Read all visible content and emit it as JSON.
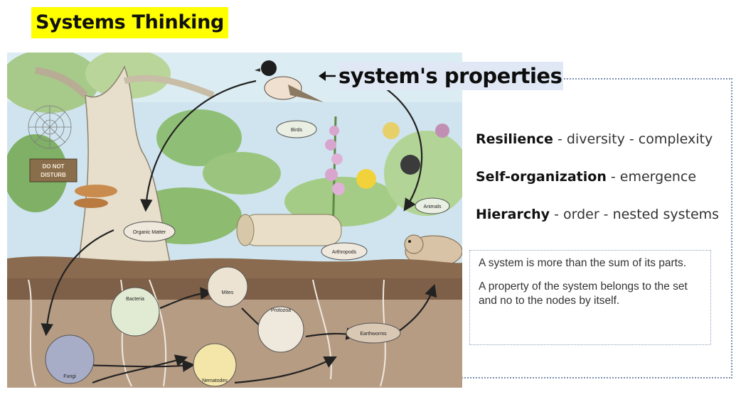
{
  "title": "Systems Thinking",
  "properties_label": "system's properties",
  "properties": [
    {
      "term": "Resilience",
      "rest": " - diversity - complexity"
    },
    {
      "term": "Self-organization",
      "rest": " - emergence"
    },
    {
      "term": "Hierarchy",
      "rest": " - order - nested systems"
    }
  ],
  "notes": [
    "A system is more than the sum of its parts.",
    "A property of the system belongs to the set and no to the nodes by itself."
  ],
  "illustration": {
    "sign_line1": "DO NOT",
    "sign_line2": "DISTURB",
    "labels": {
      "birds": "Birds",
      "organic_matter": "Organic Matter",
      "animals": "Animals",
      "arthropods": "Arthropods",
      "bacteria": "Bacteria",
      "mites": "Mites",
      "protozoa": "Protozoa",
      "earthworms": "Earthworms",
      "fungi": "Fungi",
      "nematodes": "Nematodes"
    }
  },
  "colors": {
    "title_highlight": "#ffff00",
    "label_highlight": "#dfe8f4",
    "frame": "#7c8fb0"
  }
}
